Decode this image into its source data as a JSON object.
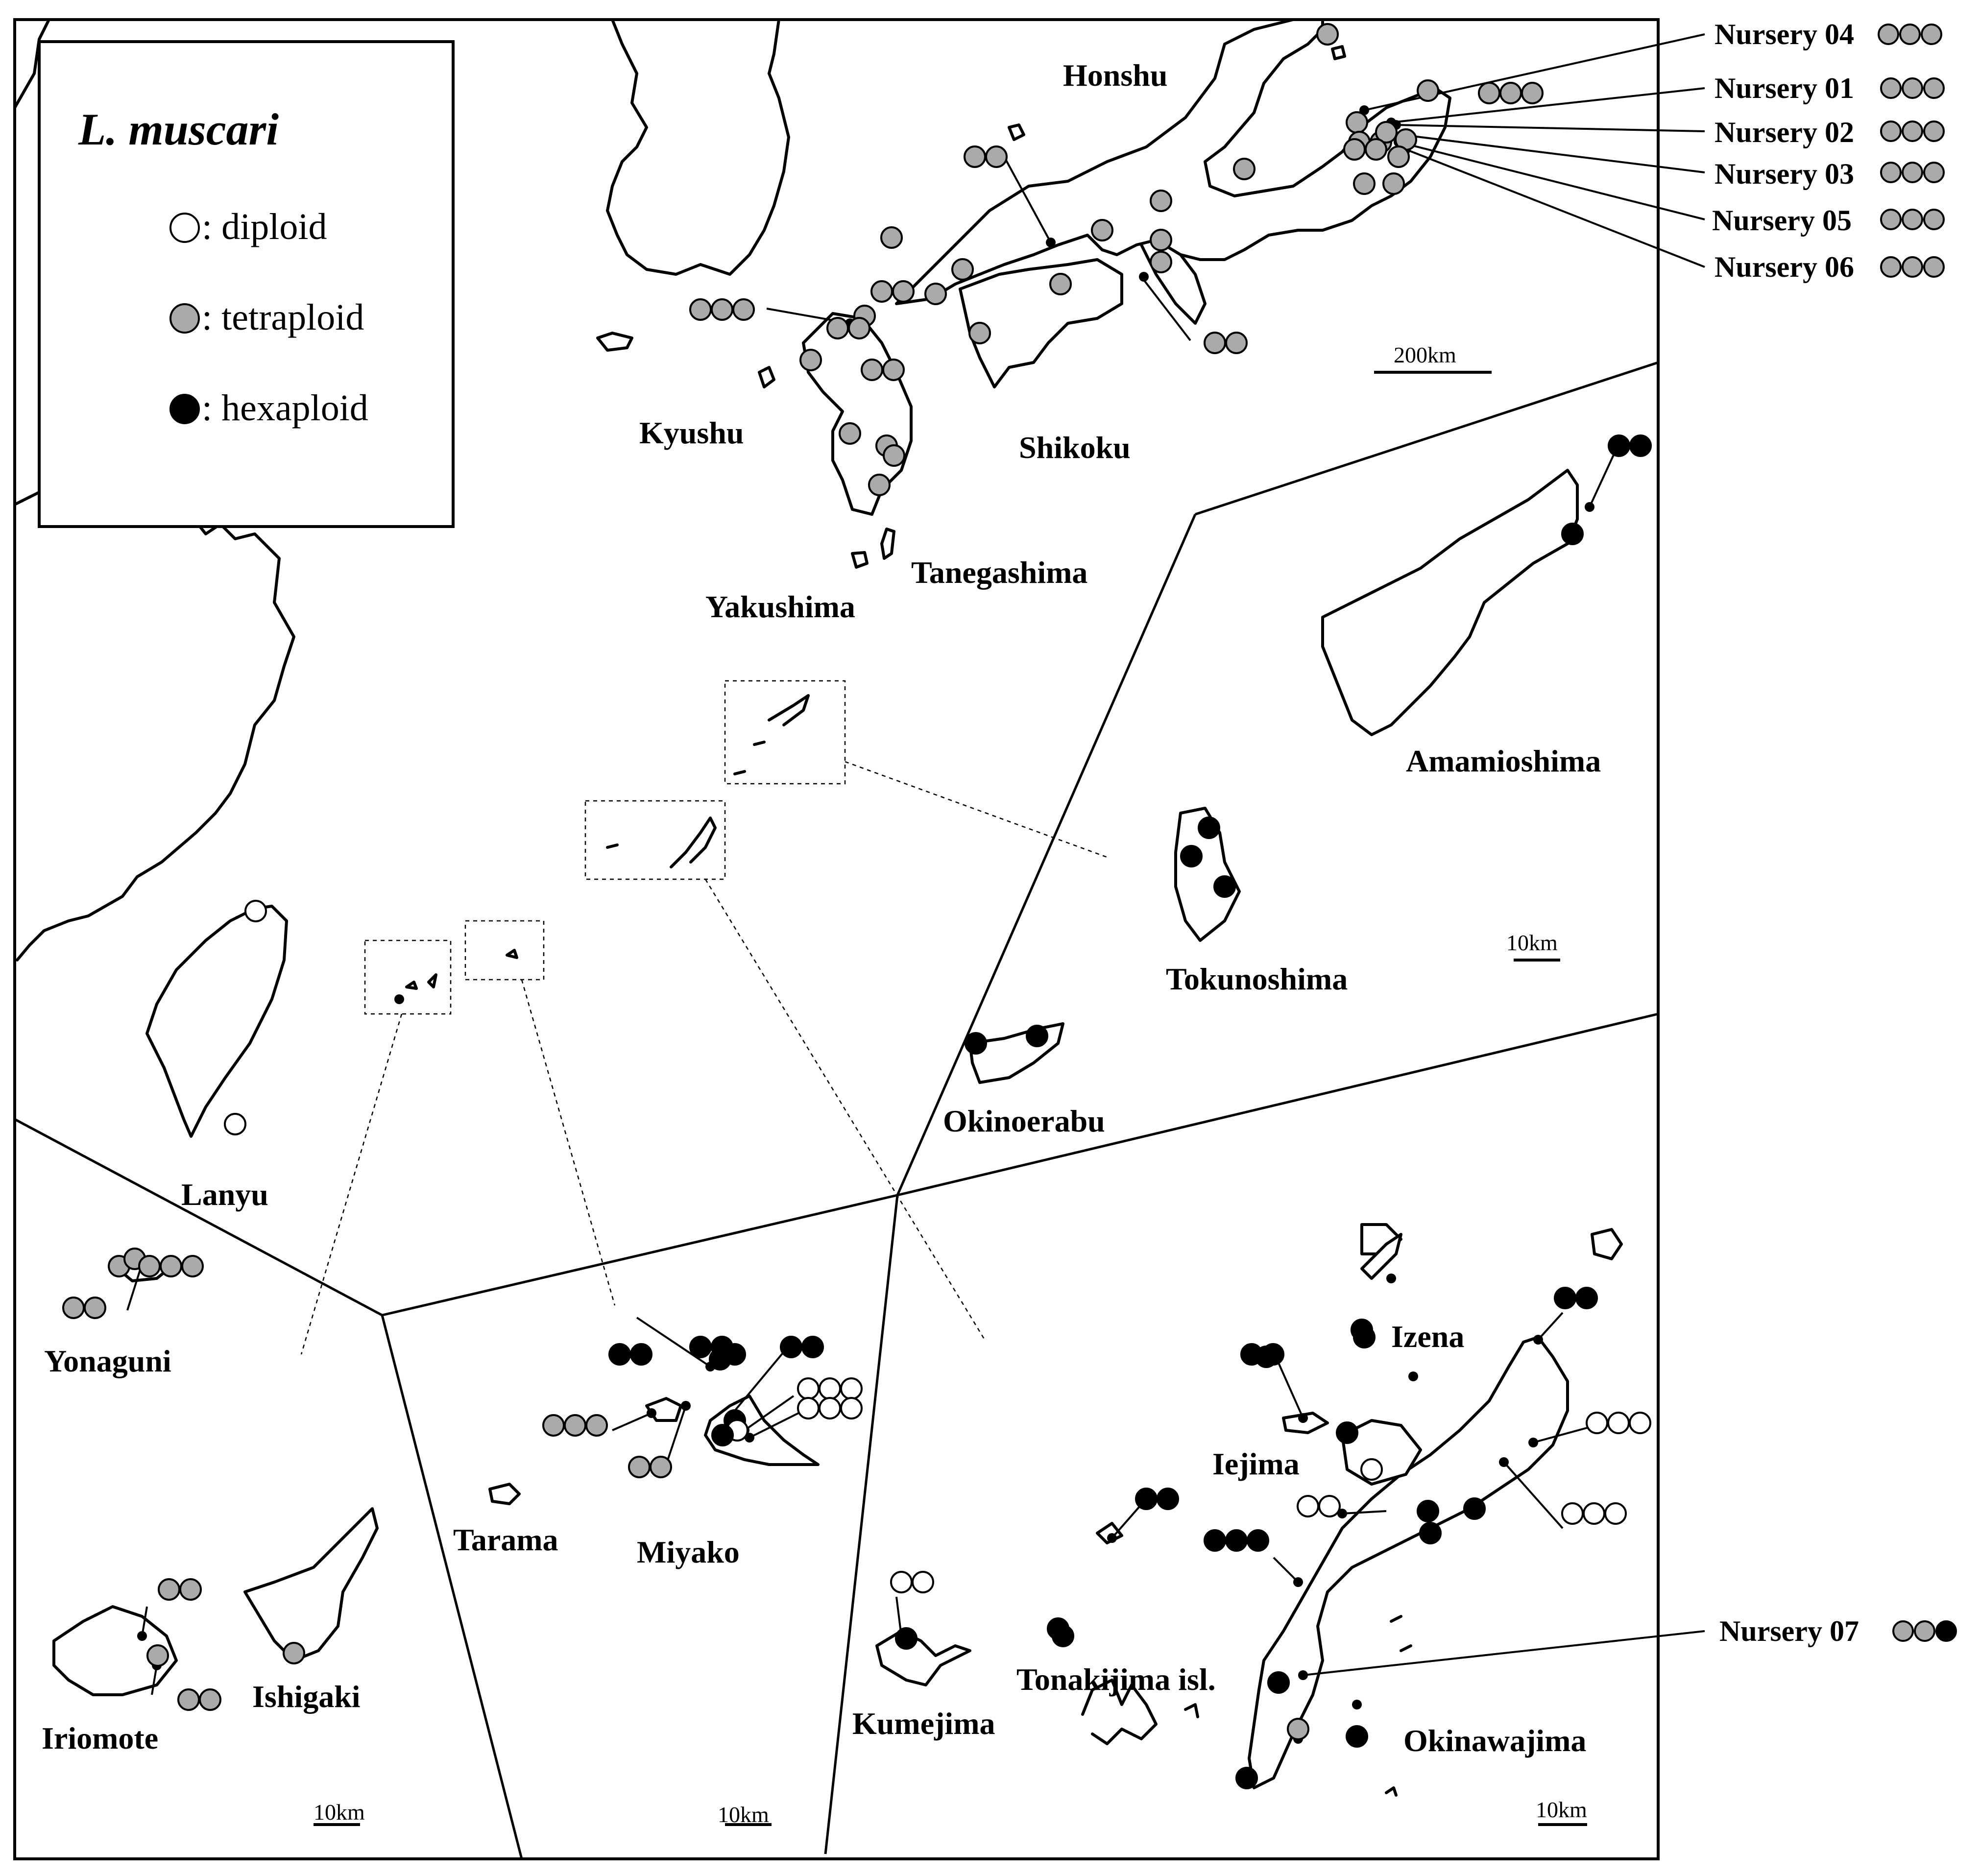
{
  "legend": {
    "species": "L. muscari",
    "items": [
      {
        "ploidy": "diploid",
        "label": ": diploid",
        "color": "#ffffff"
      },
      {
        "ploidy": "tetraploid",
        "label": ": tetraploid",
        "color": "#aaaaaa"
      },
      {
        "ploidy": "hexaploid",
        "label": ": hexaploid",
        "color": "#000000"
      }
    ]
  },
  "places": {
    "honshu": "Honshu",
    "kyushu": "Kyushu",
    "shikoku": "Shikoku",
    "tanegashima": "Tanegashima",
    "yakushima": "Yakushima",
    "amamioshima": "Amamioshima",
    "tokunoshima": "Tokunoshima",
    "okinoerabu": "Okinoerabu",
    "lanyu": "Lanyu",
    "yonaguni": "Yonaguni",
    "iriomote": "Iriomote",
    "ishigaki": "Ishigaki",
    "tarama": "Tarama",
    "miyako": "Miyako",
    "kumejima": "Kumejima",
    "tonakijima": "Tonakijima isl.",
    "okinawajima": "Okinawajima",
    "izena": "Izena",
    "iejima": "Iejima"
  },
  "nurseries": [
    {
      "id": "n04",
      "label": "Nursery 04",
      "ploidy": [
        "tetraploid",
        "tetraploid",
        "tetraploid"
      ]
    },
    {
      "id": "n01",
      "label": "Nursery 01",
      "ploidy": [
        "tetraploid",
        "tetraploid",
        "tetraploid"
      ]
    },
    {
      "id": "n02",
      "label": "Nursery 02",
      "ploidy": [
        "tetraploid",
        "tetraploid",
        "tetraploid"
      ]
    },
    {
      "id": "n03",
      "label": "Nursery 03",
      "ploidy": [
        "tetraploid",
        "tetraploid",
        "tetraploid"
      ]
    },
    {
      "id": "n05",
      "label": "Nursery 05",
      "ploidy": [
        "tetraploid",
        "tetraploid",
        "tetraploid"
      ]
    },
    {
      "id": "n06",
      "label": "Nursery 06",
      "ploidy": [
        "tetraploid",
        "tetraploid",
        "tetraploid"
      ]
    },
    {
      "id": "n07",
      "label": "Nursery 07",
      "ploidy": [
        "tetraploid",
        "tetraploid",
        "hexaploid"
      ]
    }
  ],
  "scale_bars": {
    "main": "200km",
    "amami": "10km",
    "yaeyama": "10km",
    "miyako": "10km",
    "okinawa": "10km"
  },
  "colors": {
    "diploid": "#ffffff",
    "tetraploid": "#aaaaaa",
    "hexaploid": "#000000"
  }
}
